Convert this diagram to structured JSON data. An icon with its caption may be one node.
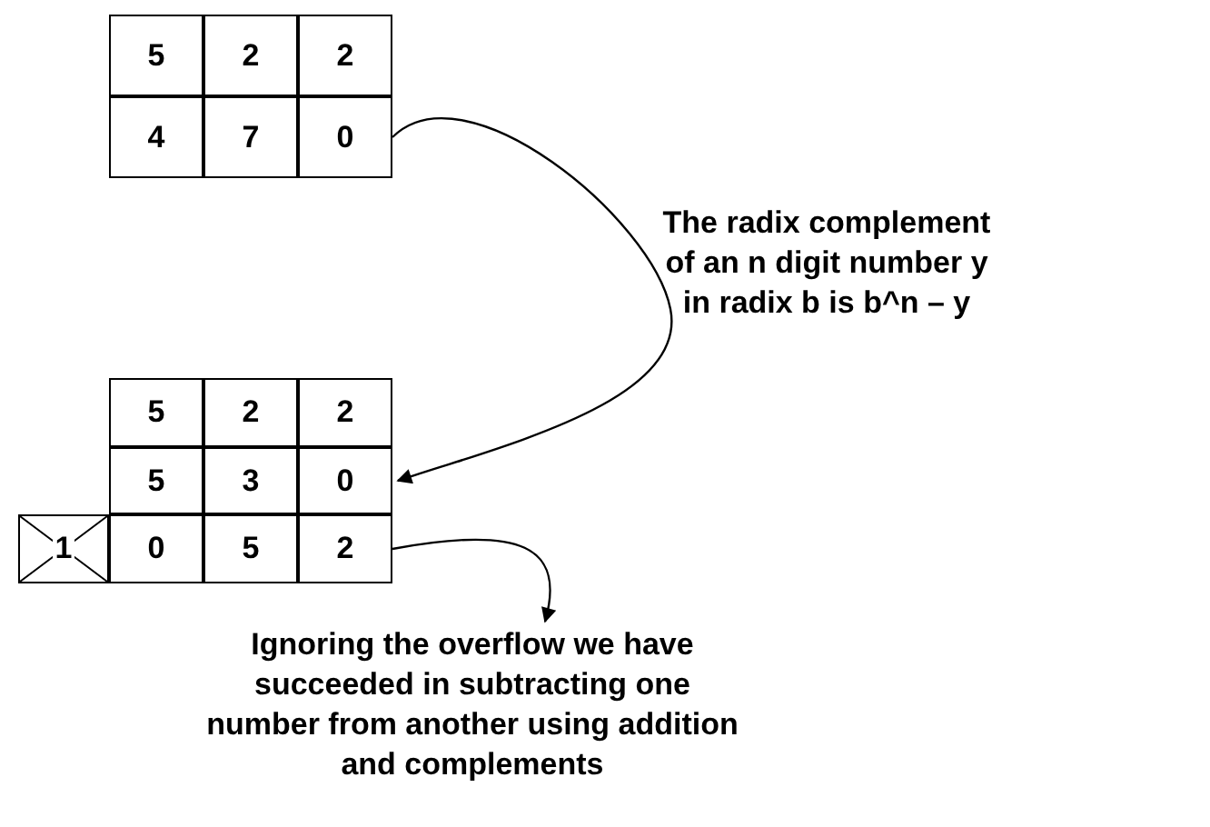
{
  "diagram": {
    "nodes": [
      {
        "text": [
          "5"
        ]
      },
      {
        "text": [
          "2"
        ]
      },
      {
        "text": [
          "2"
        ]
      },
      {
        "text": [
          "4"
        ]
      },
      {
        "text": [
          "7"
        ]
      },
      {
        "text": [
          "0"
        ]
      },
      {
        "text": [
          "5"
        ]
      },
      {
        "text": [
          "2"
        ]
      },
      {
        "text": [
          "2"
        ]
      },
      {
        "text": [
          "5"
        ]
      },
      {
        "text": [
          "3"
        ]
      },
      {
        "text": [
          "0"
        ]
      },
      {
        "text": [
          "1"
        ]
      },
      {
        "text": [
          "0"
        ]
      },
      {
        "text": [
          "5"
        ]
      },
      {
        "text": [
          "2"
        ]
      },
      {
        "text": [
          "Ignoring the overflow we have succeeded in subtracting one number from another using addition and complements"
        ]
      }
    ],
    "edges": [
      {
        "from": 5,
        "to": 11,
        "arrow": "to",
        "label": "The radix complement of an n digit number y in radix b is b^n – y"
      },
      {
        "from": 15,
        "to": 16,
        "arrow": "to"
      }
    ]
  }
}
